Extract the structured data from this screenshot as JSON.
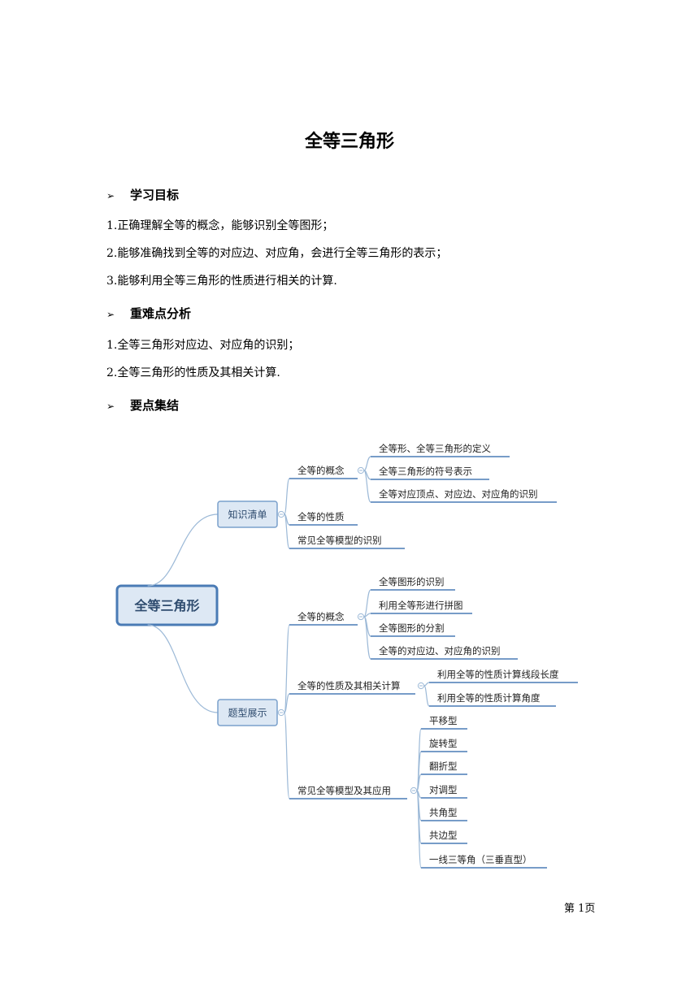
{
  "document": {
    "title": "全等三角形",
    "sections": {
      "goals": {
        "bullet": "➢",
        "heading": "学习目标",
        "items": [
          "1.正确理解全等的概念，能够识别全等图形；",
          "2.能够准确找到全等的对应边、对应角，会进行全等三角形的表示；",
          "3.能够利用全等三角形的性质进行相关的计算."
        ]
      },
      "key_points": {
        "bullet": "➢",
        "heading": "重难点分析",
        "items": [
          "1.全等三角形对应边、对应角的识别；",
          "2.全等三角形的性质及其相关计算."
        ]
      },
      "summary": {
        "bullet": "➢",
        "heading": "要点集结"
      }
    },
    "page_number": "第 1页"
  },
  "mindmap": {
    "root": "全等三角形",
    "branches": [
      {
        "label": "知识清单",
        "children": [
          {
            "label": "全等的概念",
            "children": [
              "全等形、全等三角形的定义",
              "全等三角形的符号表示",
              "全等对应顶点、对应边、对应角的识别"
            ]
          },
          {
            "label": "全等的性质",
            "children": []
          },
          {
            "label": "常见全等模型的识别",
            "children": []
          }
        ]
      },
      {
        "label": "题型展示",
        "children": [
          {
            "label": "全等的概念",
            "children": [
              "全等图形的识别",
              "利用全等形进行拼图",
              "全等图形的分割",
              "全等的对应边、对应角的识别"
            ]
          },
          {
            "label": "全等的性质及其相关计算",
            "children": [
              "利用全等的性质计算线段长度",
              "利用全等的性质计算角度"
            ]
          },
          {
            "label": "常见全等模型及其应用",
            "children": [
              "平移型",
              "旋转型",
              "翻折型",
              "对调型",
              "共角型",
              "共边型",
              "一线三等角（三垂直型）"
            ]
          }
        ]
      }
    ]
  }
}
